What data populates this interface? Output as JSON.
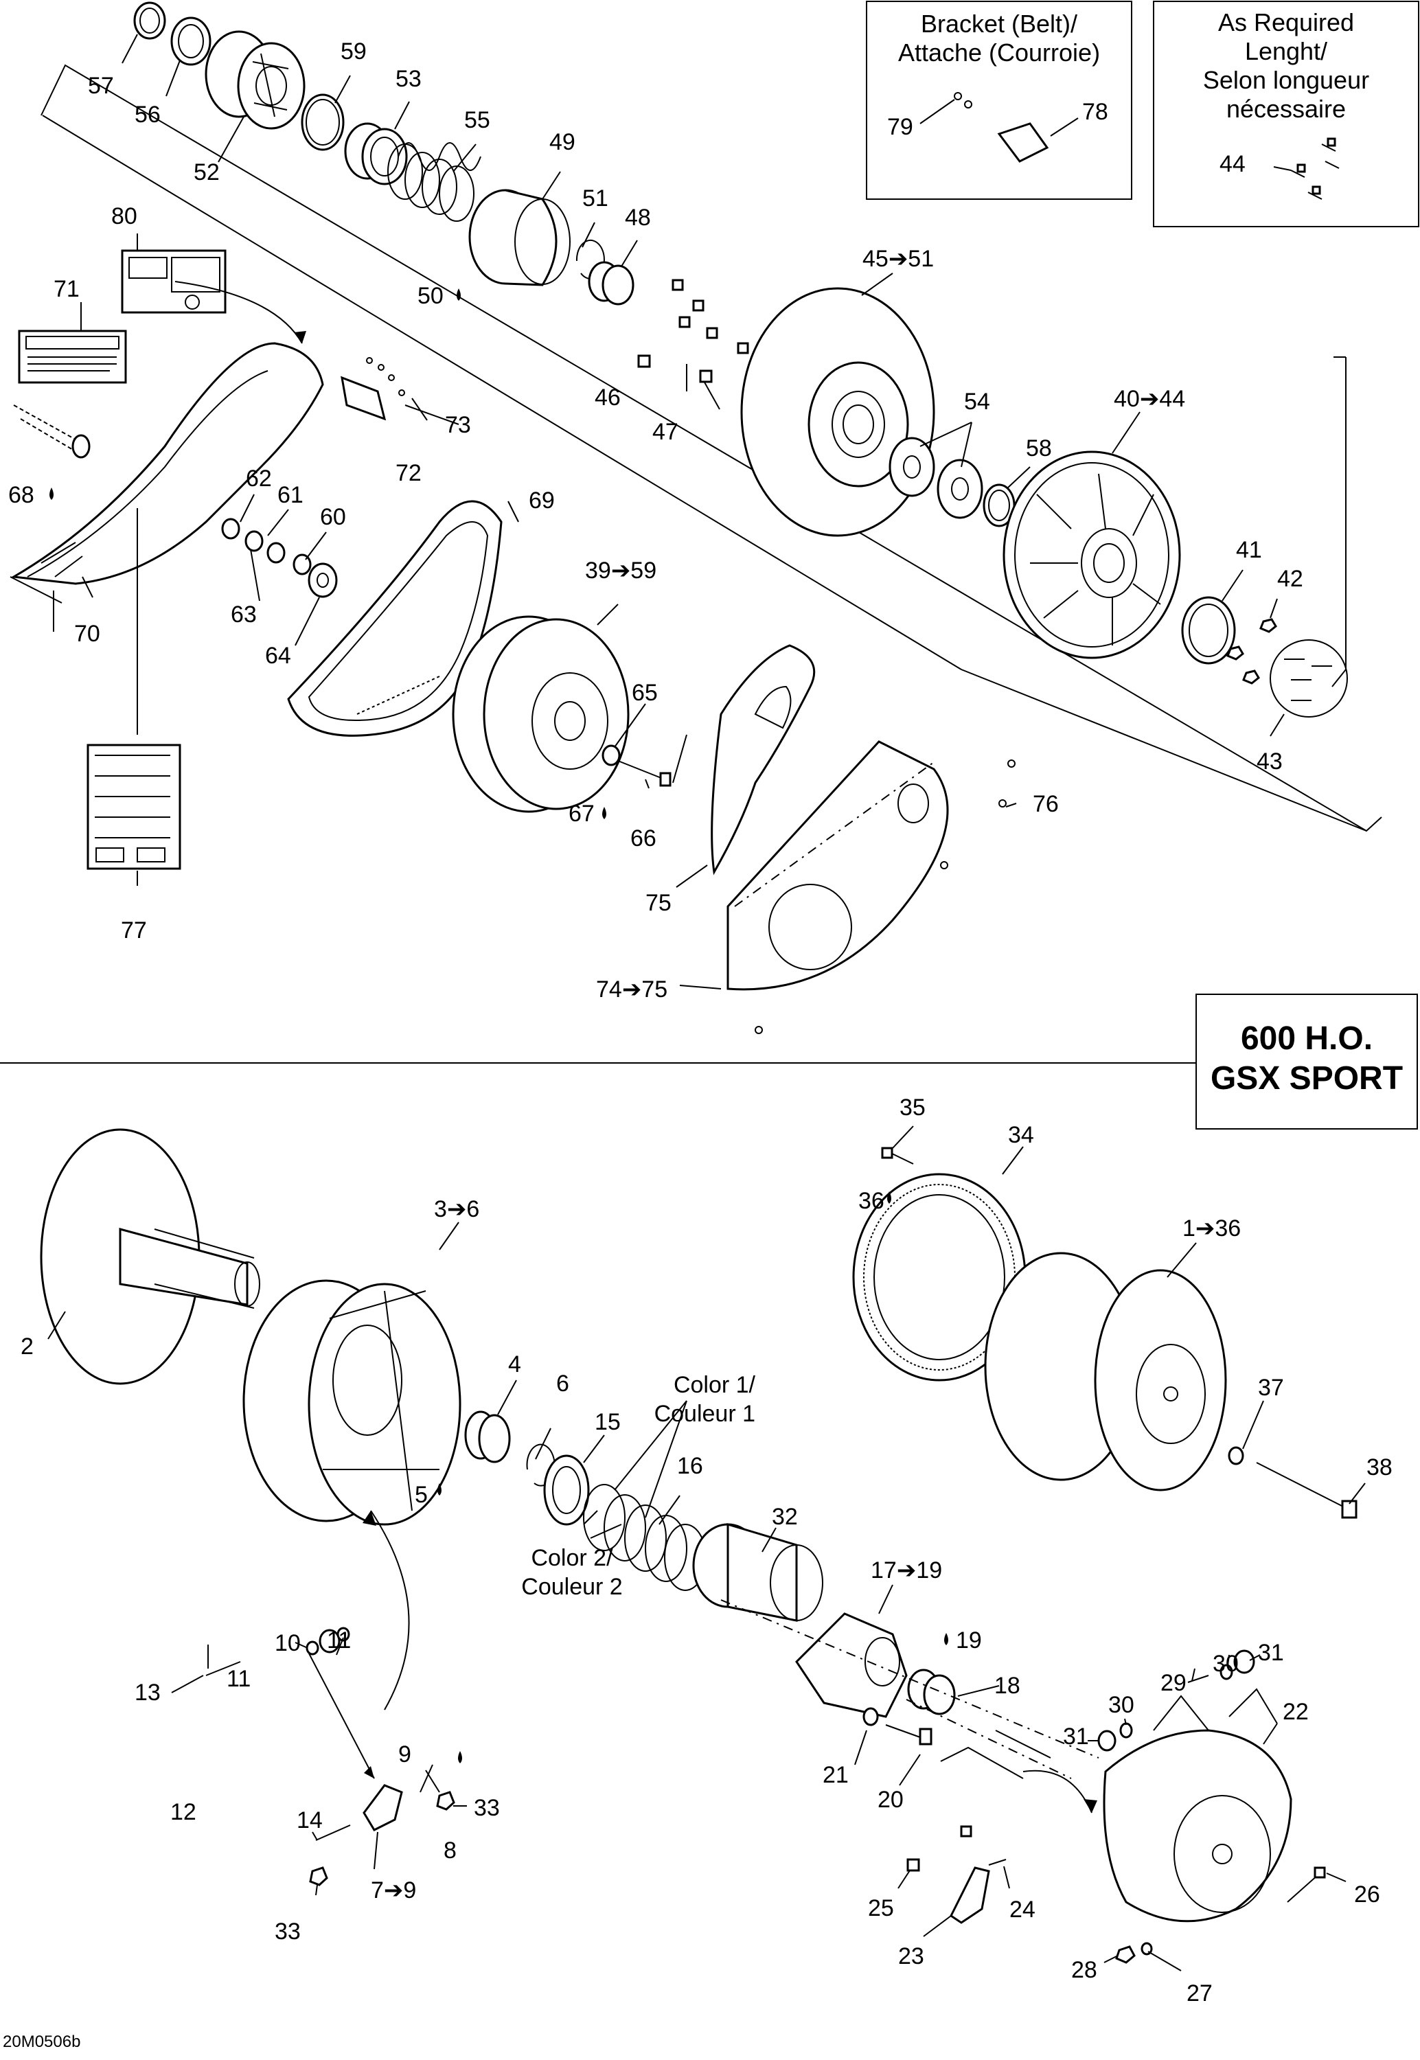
{
  "boxes": {
    "bracket_title": "Bracket (Belt)/\nAttache (Courroie)",
    "as_required_title": "As Required\nLenght/\nSelon longueur\nnécessaire",
    "model_title": "600 H.O.\nGSX SPORT"
  },
  "drawing_number": "20M0506b",
  "callouts": {
    "c57": "57",
    "c56": "56",
    "c52": "52",
    "c59": "59",
    "c53": "53",
    "c55": "55",
    "c49": "49",
    "c51": "51",
    "c48": "48",
    "c50": "50",
    "c80": "80",
    "c71": "71",
    "c68": "68",
    "c70": "70",
    "c73": "73",
    "c72": "72",
    "c62": "62",
    "c61": "61",
    "c60": "60",
    "c63": "63",
    "c64": "64",
    "c69": "69",
    "c39_59": "39➔59",
    "c65": "65",
    "c67": "67",
    "c66": "66",
    "c77": "77",
    "c45_51": "45➔51",
    "c46": "46",
    "c47": "47",
    "c54": "54",
    "c58": "58",
    "c40_44": "40➔44",
    "c41": "41",
    "c42": "42",
    "c43": "43",
    "c76": "76",
    "c75": "75",
    "c74_75": "74➔75",
    "c79": "79",
    "c78": "78",
    "c44": "44",
    "c35": "35",
    "c34": "34",
    "c36": "36",
    "c1_36": "1➔36",
    "c37": "37",
    "c38": "38",
    "c2": "2",
    "c3_6": "3➔6",
    "c4": "4",
    "c6": "6",
    "c5": "5",
    "c15": "15",
    "c16": "16",
    "color1": "Color 1/\nCouleur 1",
    "color2": "Color 2/\nCouleur 2",
    "c32": "32",
    "c17_19": "17➔19",
    "c19": "19",
    "c18": "18",
    "c21": "21",
    "c20": "20",
    "c10": "10",
    "c11a": "11",
    "c11b": "11",
    "c13": "13",
    "c12": "12",
    "c9": "9",
    "c33a": "33",
    "c8": "8",
    "c14": "14",
    "c7_9": "7➔9",
    "c33b": "33",
    "c29": "29",
    "c30a": "30",
    "c31a": "31",
    "c22": "22",
    "c31b": "31",
    "c30b": "30",
    "c26": "26",
    "c25": "25",
    "c24": "24",
    "c23": "23",
    "c28": "28",
    "c27": "27"
  }
}
